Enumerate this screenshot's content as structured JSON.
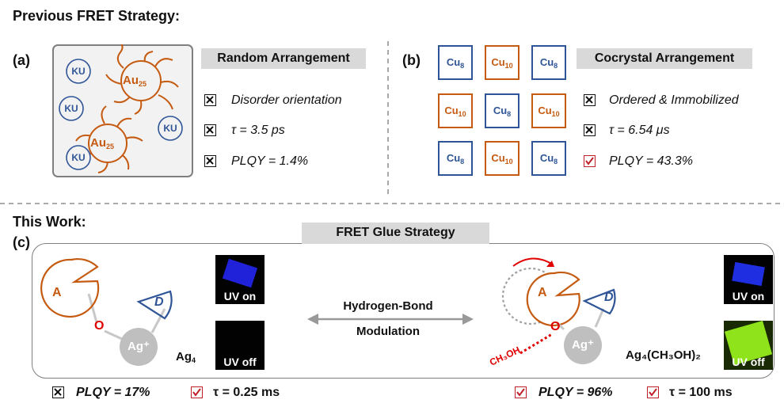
{
  "headings": {
    "previous": "Previous FRET Strategy:",
    "this_work": "This Work:"
  },
  "panel_a": {
    "label": "(a)",
    "title": "Random Arrangement",
    "ku": [
      "KU",
      "KU",
      "KU",
      "KU"
    ],
    "au": [
      {
        "base": "Au",
        "sub": "25"
      },
      {
        "base": "Au",
        "sub": "25"
      }
    ],
    "checks": [
      {
        "text": "Disorder orientation",
        "type": "cross"
      },
      {
        "text": "τ = 3.5 ps",
        "type": "cross"
      },
      {
        "text": "PLQY = 1.4%",
        "type": "cross"
      }
    ]
  },
  "panel_b": {
    "label": "(b)",
    "title": "Cocrystal Arrangement",
    "grid": [
      {
        "base": "Cu",
        "sub": "8",
        "color": "#2f5597"
      },
      {
        "base": "Cu",
        "sub": "10",
        "color": "#c55a11"
      },
      {
        "base": "Cu",
        "sub": "8",
        "color": "#2f5597"
      },
      {
        "base": "Cu",
        "sub": "10",
        "color": "#c55a11"
      },
      {
        "base": "Cu",
        "sub": "8",
        "color": "#2f5597"
      },
      {
        "base": "Cu",
        "sub": "10",
        "color": "#c55a11"
      },
      {
        "base": "Cu",
        "sub": "8",
        "color": "#2f5597"
      },
      {
        "base": "Cu",
        "sub": "10",
        "color": "#c55a11"
      },
      {
        "base": "Cu",
        "sub": "8",
        "color": "#2f5597"
      }
    ],
    "checks": [
      {
        "text": "Ordered & Immobilized",
        "type": "cross"
      },
      {
        "text": "τ = 6.54 μs",
        "type": "cross"
      },
      {
        "text": "PLQY = 43.3%",
        "type": "check"
      }
    ]
  },
  "panel_c": {
    "label": "(c)",
    "title": "FRET Glue Strategy",
    "acceptor": "A",
    "donor": "D",
    "oxygen": "O",
    "silver": "Ag⁺",
    "methanol": "CH₃OH",
    "left_name": {
      "base": "Ag",
      "sub": "4"
    },
    "right_name": "Ag₄(CH₃OH)₂",
    "arrow_text_1": "Hydrogen-Bond",
    "arrow_text_2": "Modulation",
    "uv_on": "UV on",
    "uv_off": "UV off",
    "left_results": [
      {
        "text": "PLQY = 17%",
        "type": "cross"
      },
      {
        "text": "τ = 0.25 ms",
        "type": "check"
      }
    ],
    "right_results": [
      {
        "text": "PLQY = 96%",
        "type": "check"
      },
      {
        "text": "τ = 100 ms",
        "type": "check"
      }
    ]
  },
  "colors": {
    "orange": "#c55a11",
    "blue": "#2f5597",
    "red": "#e00000",
    "check_red": "#c0202a",
    "gray": "#bfbfbf"
  }
}
